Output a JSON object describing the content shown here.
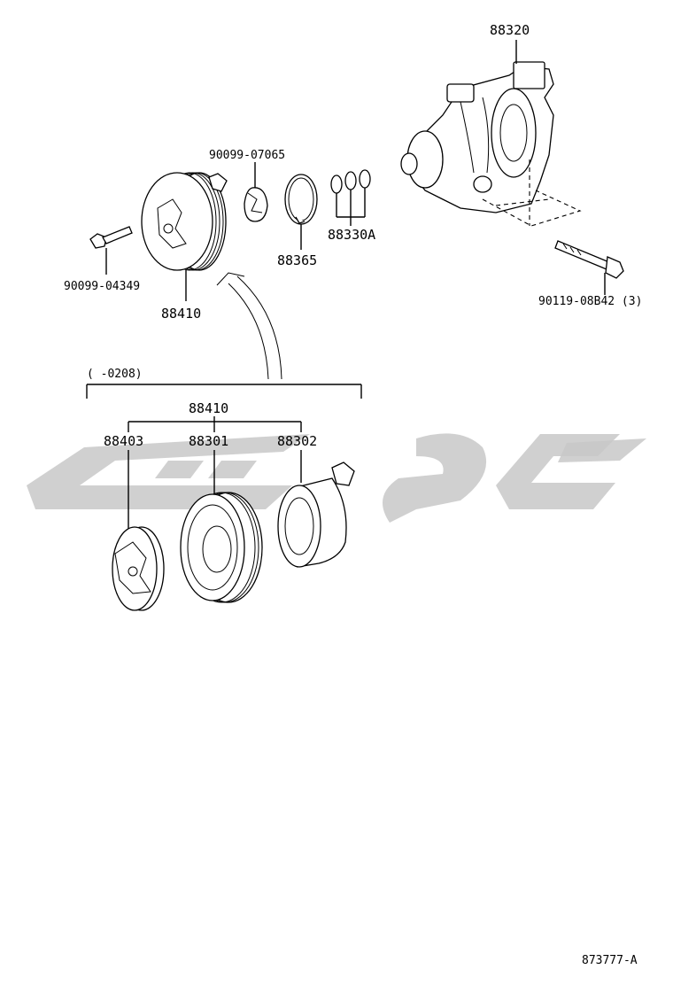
{
  "labels": {
    "compressor": "88320",
    "bolt_clip": "90099-07065",
    "snap_ring": "88365",
    "shims": "88330A",
    "bolt_small": "90099-04349",
    "pulley_assy": "88410",
    "mount_bolt": "90119-08B42 (3)",
    "range": "(     -0208)",
    "group_assy": "88410",
    "hub": "88403",
    "rotor": "88301",
    "coil": "88302",
    "drawing_no": "873777-A"
  },
  "colors": {
    "line": "#000000",
    "watermark": "#c8c8c8"
  },
  "icons": [
    "compressor-icon",
    "clutch-pulley-icon",
    "bolt-icon",
    "snap-ring-icon",
    "shim-icon",
    "hub-plate-icon",
    "rotor-icon",
    "field-coil-icon",
    "curved-arrow-icon",
    "watermark-logo"
  ]
}
